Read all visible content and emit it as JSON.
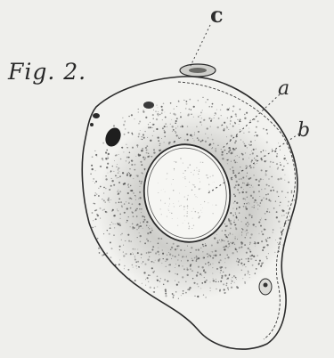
{
  "figure": {
    "title": "Fig. 2.",
    "labels": {
      "c": "c",
      "a": "a",
      "b": "b"
    }
  },
  "colors": {
    "background": "#efefec",
    "ink": "#2a2a2a",
    "stipple": "#3c3c3c"
  }
}
